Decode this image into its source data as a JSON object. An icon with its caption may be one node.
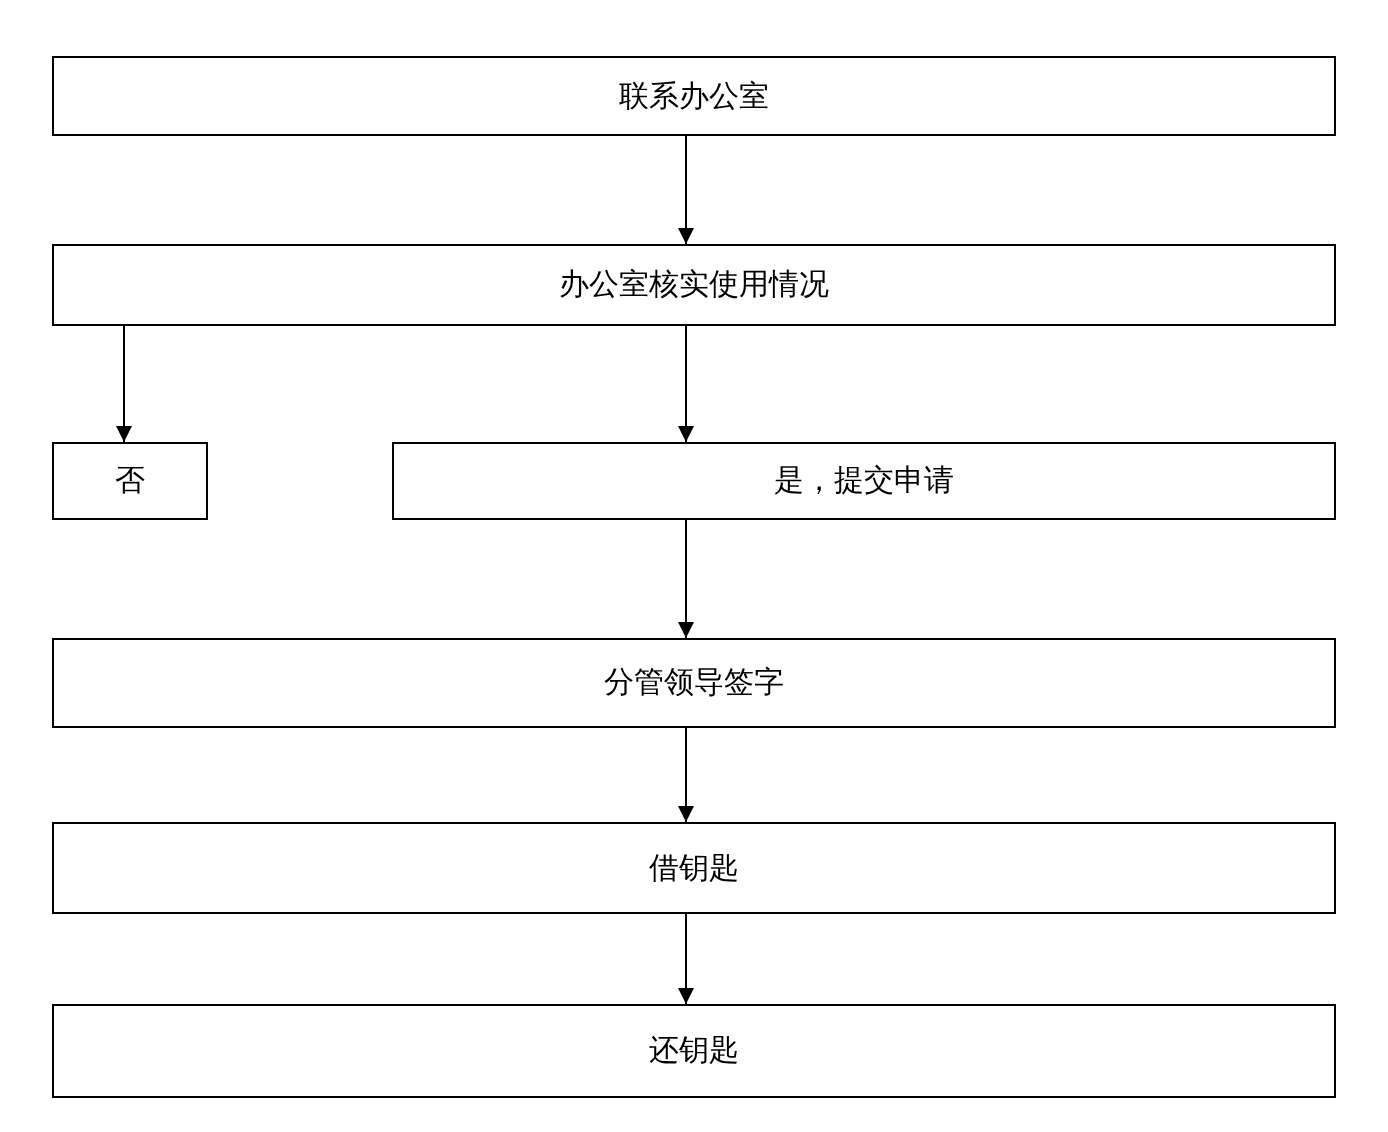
{
  "diagram": {
    "nodes": [
      {
        "text": [
          "联系办公室"
        ]
      },
      {
        "text": [
          "办公室核实使用情况"
        ]
      },
      {
        "text": [
          "否"
        ]
      },
      {
        "text": [
          "是，提交申请"
        ]
      },
      {
        "text": [
          "分管领导签字"
        ]
      },
      {
        "text": [
          "借钥匙"
        ]
      },
      {
        "text": [
          "还钥匙"
        ]
      }
    ],
    "edges": [
      {
        "from": 0,
        "to": 1,
        "arrow": "to"
      },
      {
        "from": 1,
        "to": 2,
        "arrow": "to"
      },
      {
        "from": 1,
        "to": 3,
        "arrow": "to"
      },
      {
        "from": 3,
        "to": 4,
        "arrow": "to"
      },
      {
        "from": 4,
        "to": 5,
        "arrow": "to"
      },
      {
        "from": 5,
        "to": 6,
        "arrow": "to"
      }
    ]
  }
}
